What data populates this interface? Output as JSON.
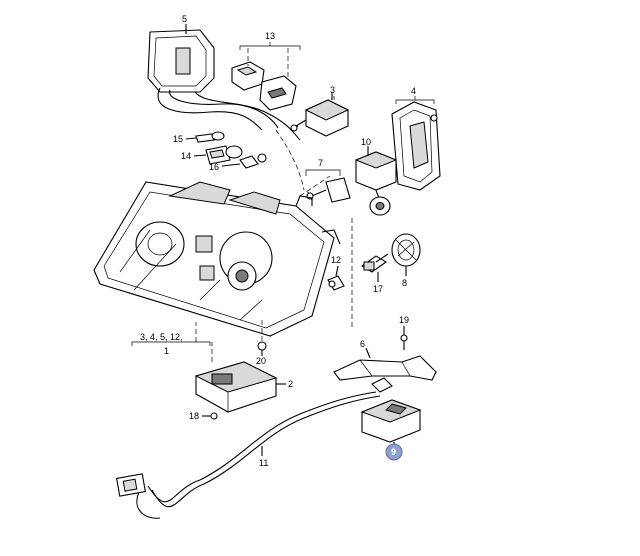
{
  "callouts": {
    "c5": "5",
    "c13": "13",
    "c3": "3",
    "c4": "4",
    "c15": "15",
    "c14": "14",
    "c16": "16",
    "c10": "10",
    "c7": "7",
    "c12": "12",
    "c17": "17",
    "c8": "8",
    "c1": "1",
    "c1_group": "3, 4, 5, 12,",
    "c20": "20",
    "c2": "2",
    "c18": "18",
    "c19": "19",
    "c6": "6",
    "c11": "11",
    "c9": "9"
  },
  "colors": {
    "highlight": "#8f9fd0"
  }
}
